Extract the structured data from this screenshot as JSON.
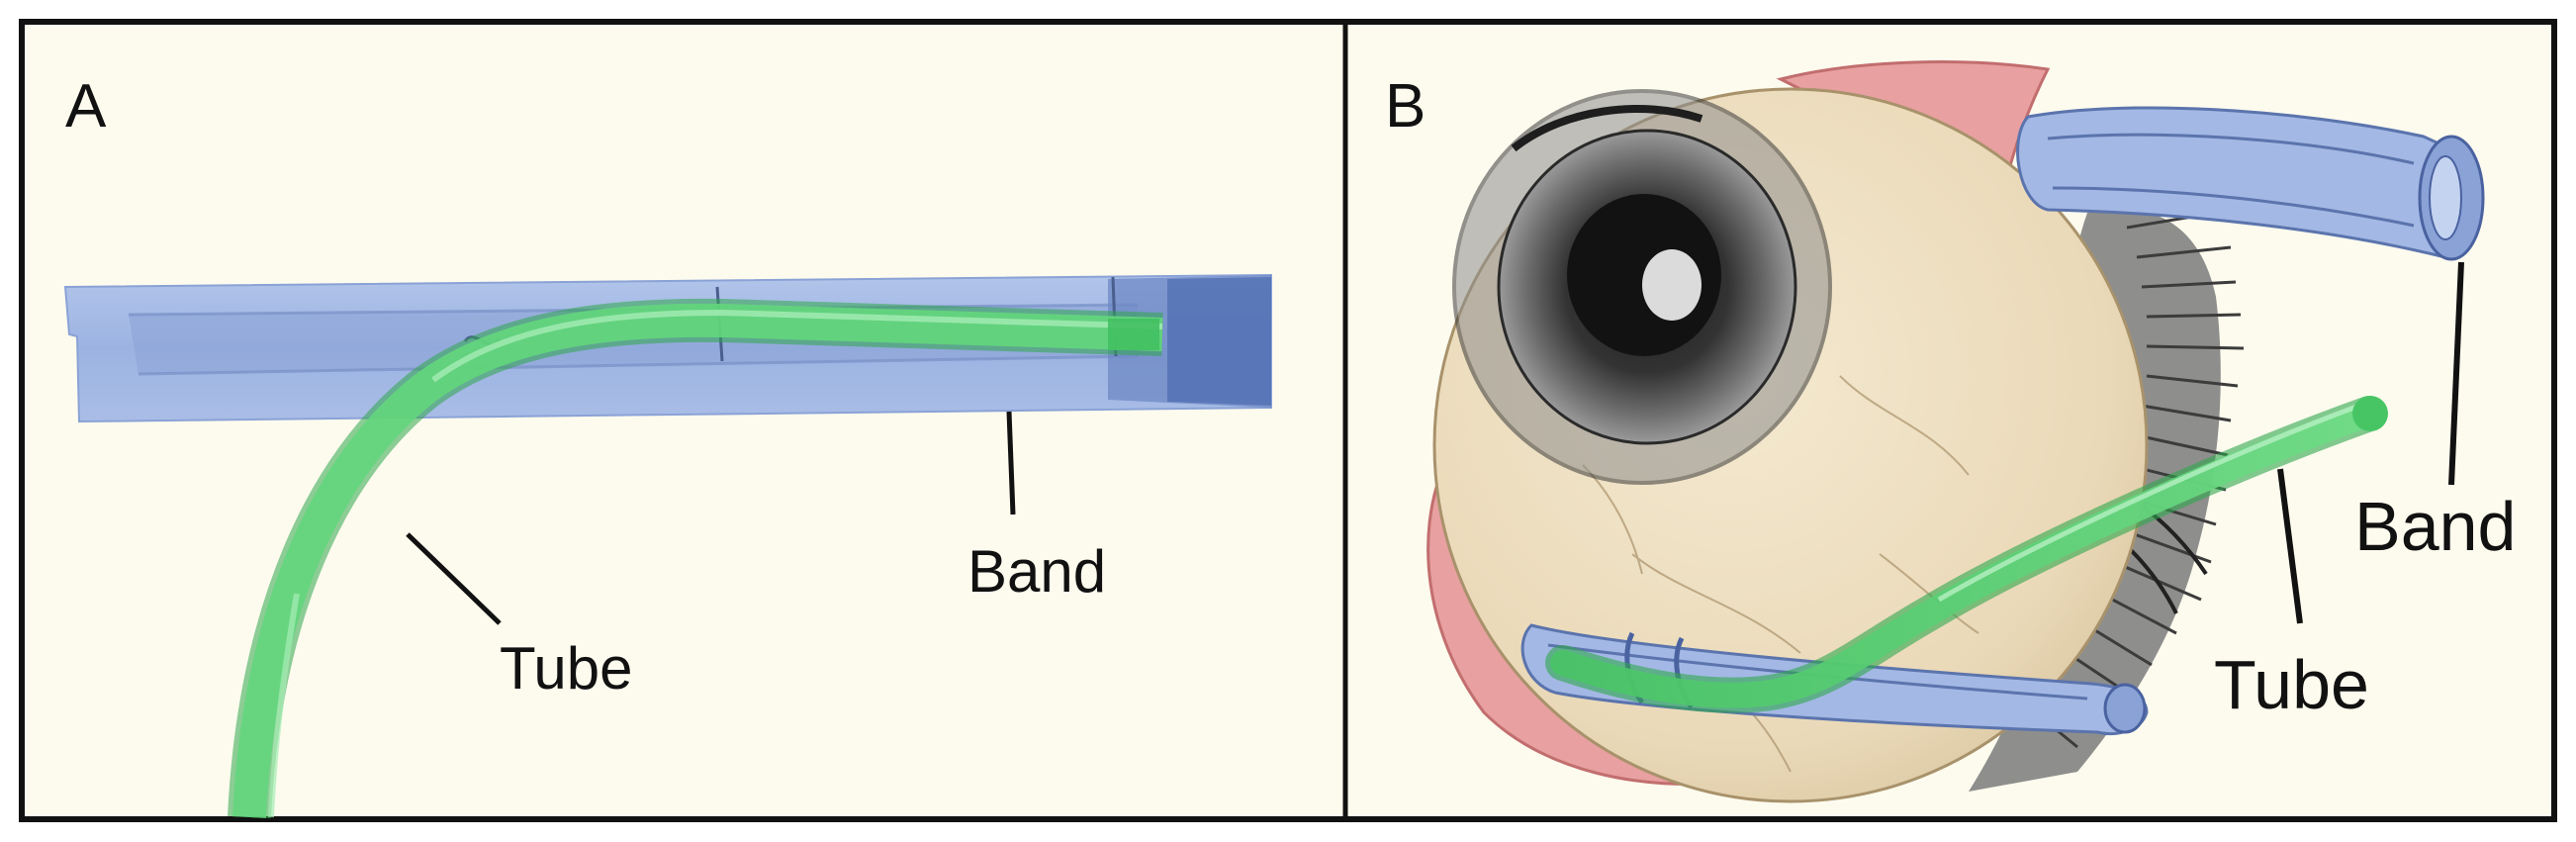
{
  "panels": [
    {
      "letter": "A",
      "labels": {
        "band": "Band",
        "tube": "Tube"
      }
    },
    {
      "letter": "B",
      "labels": {
        "band": "Band",
        "tube": "Tube"
      }
    }
  ],
  "colors": {
    "background": "#fdfbee",
    "frame": "#111111",
    "band": "#a3b8e4",
    "band_dark": "#7f98cf",
    "tube": "#63d67c",
    "tube_dark": "#38b957",
    "sclera": "#eee0c3",
    "muscle": "#e8a0a0",
    "tissue": "#6e6e6e"
  }
}
